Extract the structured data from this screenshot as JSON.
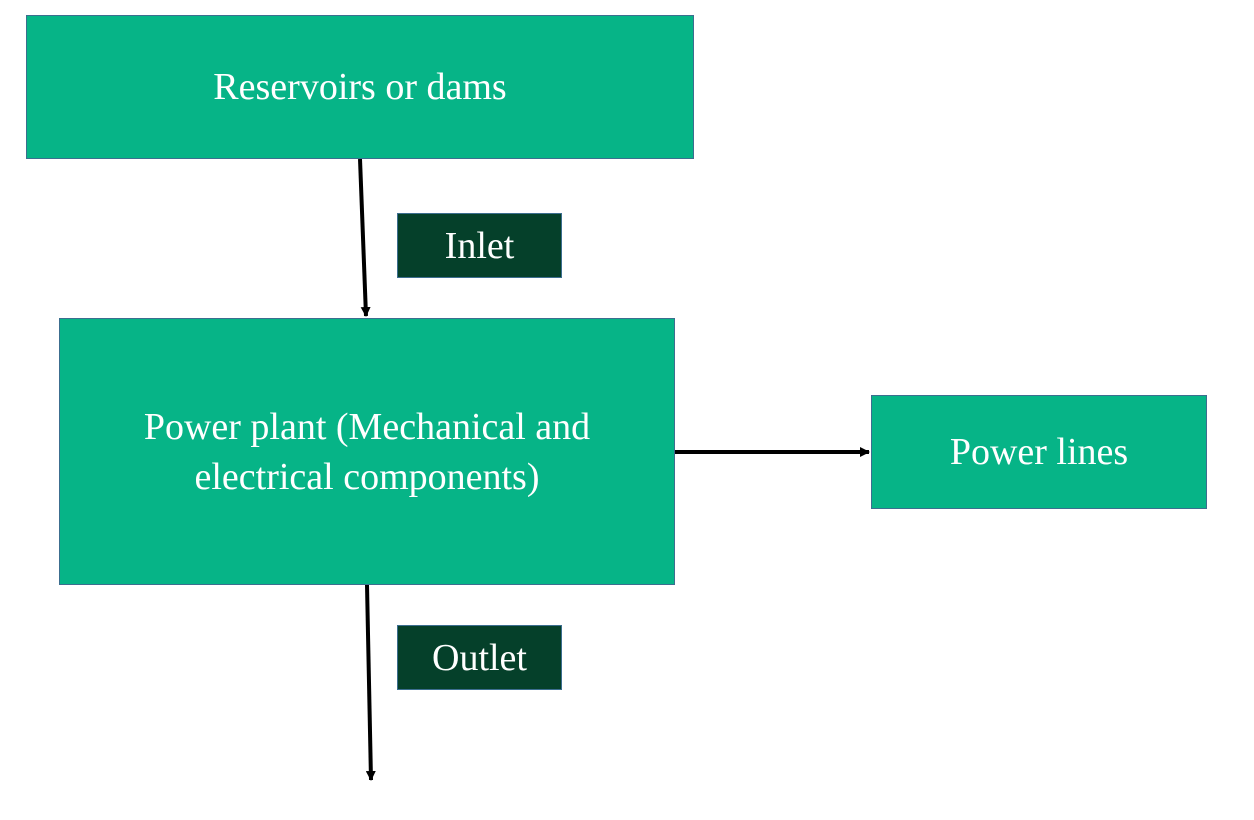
{
  "diagram": {
    "nodes": {
      "reservoir": "Reservoirs or dams",
      "power_plant": "Power plant (Mechanical and electrical components)",
      "power_lines": "Power lines"
    },
    "edge_labels": {
      "inlet": "Inlet",
      "outlet": "Outlet"
    },
    "edges": [
      {
        "from": "reservoir",
        "to": "power_plant",
        "label": "inlet"
      },
      {
        "from": "power_plant",
        "to": "power_lines"
      },
      {
        "from": "power_plant",
        "to": "outside",
        "label": "outlet"
      }
    ],
    "colors": {
      "node_fill": "#06b487",
      "label_fill": "#05402a",
      "text": "#ffffff",
      "arrow": "#000000",
      "border": "#3c6e8f"
    }
  }
}
